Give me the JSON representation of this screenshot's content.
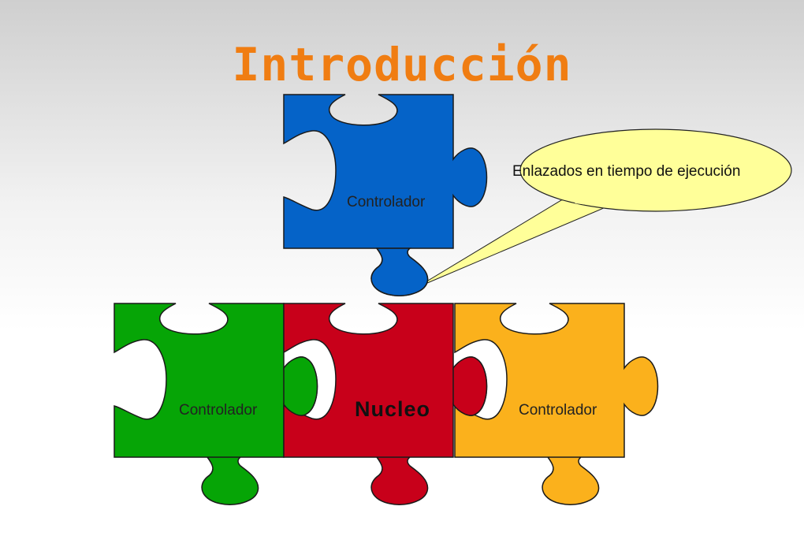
{
  "title": "Introducción",
  "pieces": {
    "top": {
      "label": "Controlador",
      "color": "#0563c8"
    },
    "left": {
      "label": "Controlador",
      "color": "#06a506"
    },
    "center": {
      "label": "Nucleo",
      "color": "#c8001a"
    },
    "right": {
      "label": "Controlador",
      "color": "#fbb11c"
    }
  },
  "callout": {
    "text": "Enlazados en tiempo de ejecución",
    "color": "#ffff99"
  }
}
